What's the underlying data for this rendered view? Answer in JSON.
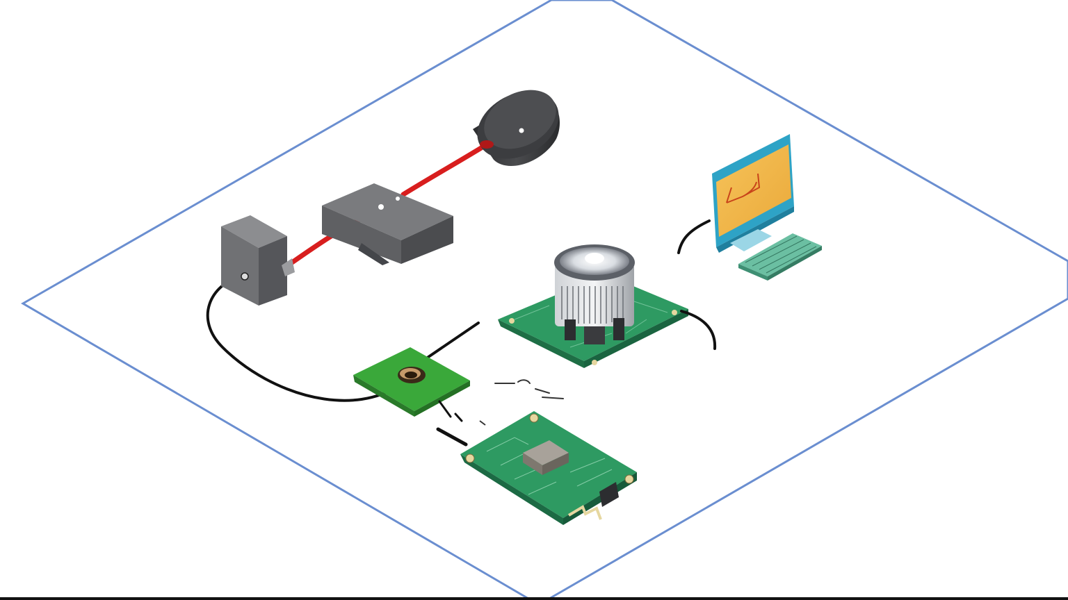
{
  "colors": {
    "background": "#ffffff",
    "plane_outline": "#6a8ed0",
    "fiber_red": "#d81e1e",
    "cable_black": "#111111",
    "device_gray": "#6e6f72",
    "device_gray_dark": "#4a4b4e",
    "device_gray_light": "#8a8b8e",
    "cylinder_dark": "#3c3d40",
    "pcb_green": "#2e9a62",
    "pcb_green_dark": "#1f7a4a",
    "pcb_bright_green": "#3aa83a",
    "monitor_frame": "#2ea3c6",
    "monitor_screen": "#f0b84a",
    "bottom_bar": "#111111"
  },
  "components": [
    {
      "name": "cylinder-light-source",
      "icon": "cylinder-laser-icon"
    },
    {
      "name": "gray-coupler-box",
      "icon": "box-icon"
    },
    {
      "name": "gray-block-detector",
      "icon": "block-icon"
    },
    {
      "name": "red-optical-fiber",
      "icon": "fiber-icon"
    },
    {
      "name": "black-signal-cable",
      "icon": "cable-icon"
    },
    {
      "name": "camera-lens-board",
      "icon": "camera-lens-icon"
    },
    {
      "name": "small-green-sensor-board",
      "icon": "sensor-chip-icon"
    },
    {
      "name": "main-circuit-board",
      "icon": "pcb-icon"
    },
    {
      "name": "computer-monitor",
      "icon": "monitor-icon"
    },
    {
      "name": "keyboard",
      "icon": "keyboard-icon"
    }
  ]
}
